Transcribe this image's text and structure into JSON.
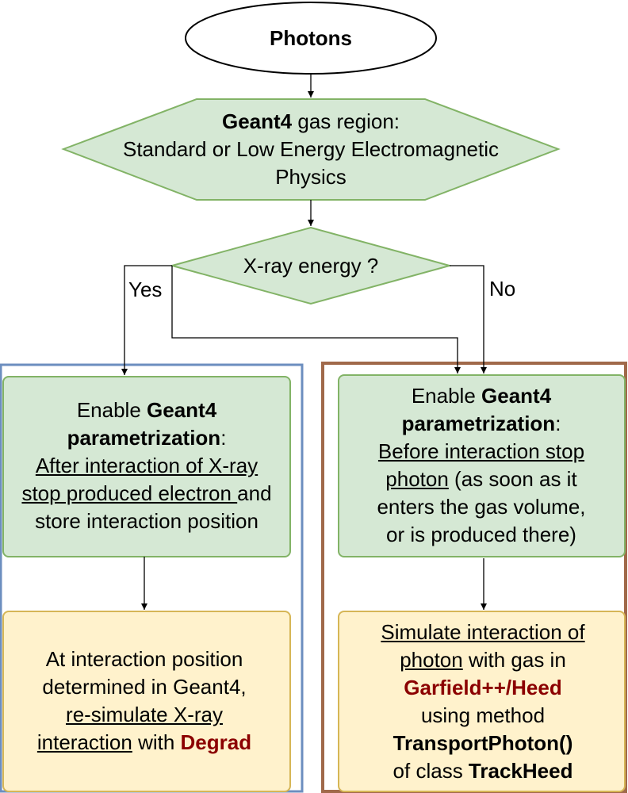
{
  "start": {
    "label": "Photons"
  },
  "gas_region": {
    "bold": "Geant4",
    "rest": " gas region:",
    "line2": "Standard or Low Energy Electromagnetic",
    "line3": "Physics"
  },
  "decision": {
    "label": "X-ray energy ?"
  },
  "branches": {
    "yes": "Yes",
    "no": "No"
  },
  "left_box": {
    "enable": "Enable ",
    "geant4": "Geant4",
    "param": "parametrization",
    "colon": ":",
    "after_line1": "After interaction of X-ray",
    "after_line2": "stop produced electron ",
    "and": "and",
    "line4": "store interaction position"
  },
  "left_bottom": {
    "line1": "At interaction position",
    "line2": "determined in Geant4,",
    "line3": "re-simulate X-ray",
    "line4_u": "interaction",
    "line4_with": " with ",
    "degrad": "Degrad"
  },
  "right_box": {
    "enable": "Enable ",
    "geant4": "Geant4",
    "param": "parametrization",
    "colon": ":",
    "before_line1": "Before interaction stop",
    "before_line2": "photon",
    "line2_rest": " (as soon as it",
    "line3": "enters the gas volume,",
    "line4": "or is produced there)"
  },
  "right_bottom": {
    "line1": "Simulate interaction of",
    "line2_u": "photon",
    "line2_rest": " with gas in",
    "garfield": "Garfield++/Heed",
    "line4": "using method",
    "method": "TransportPhoton()",
    "line6_pre": "of class ",
    "class_name": "TrackHeed"
  },
  "colors": {
    "node_green": "#d5e8d4",
    "node_green_border": "#82b366",
    "node_yellow": "#fff2cc",
    "node_yellow_border": "#d6b656",
    "frame_blue": "#6c8ebf",
    "frame_brown": "#a0694a",
    "highlight_red": "#8B0000"
  }
}
